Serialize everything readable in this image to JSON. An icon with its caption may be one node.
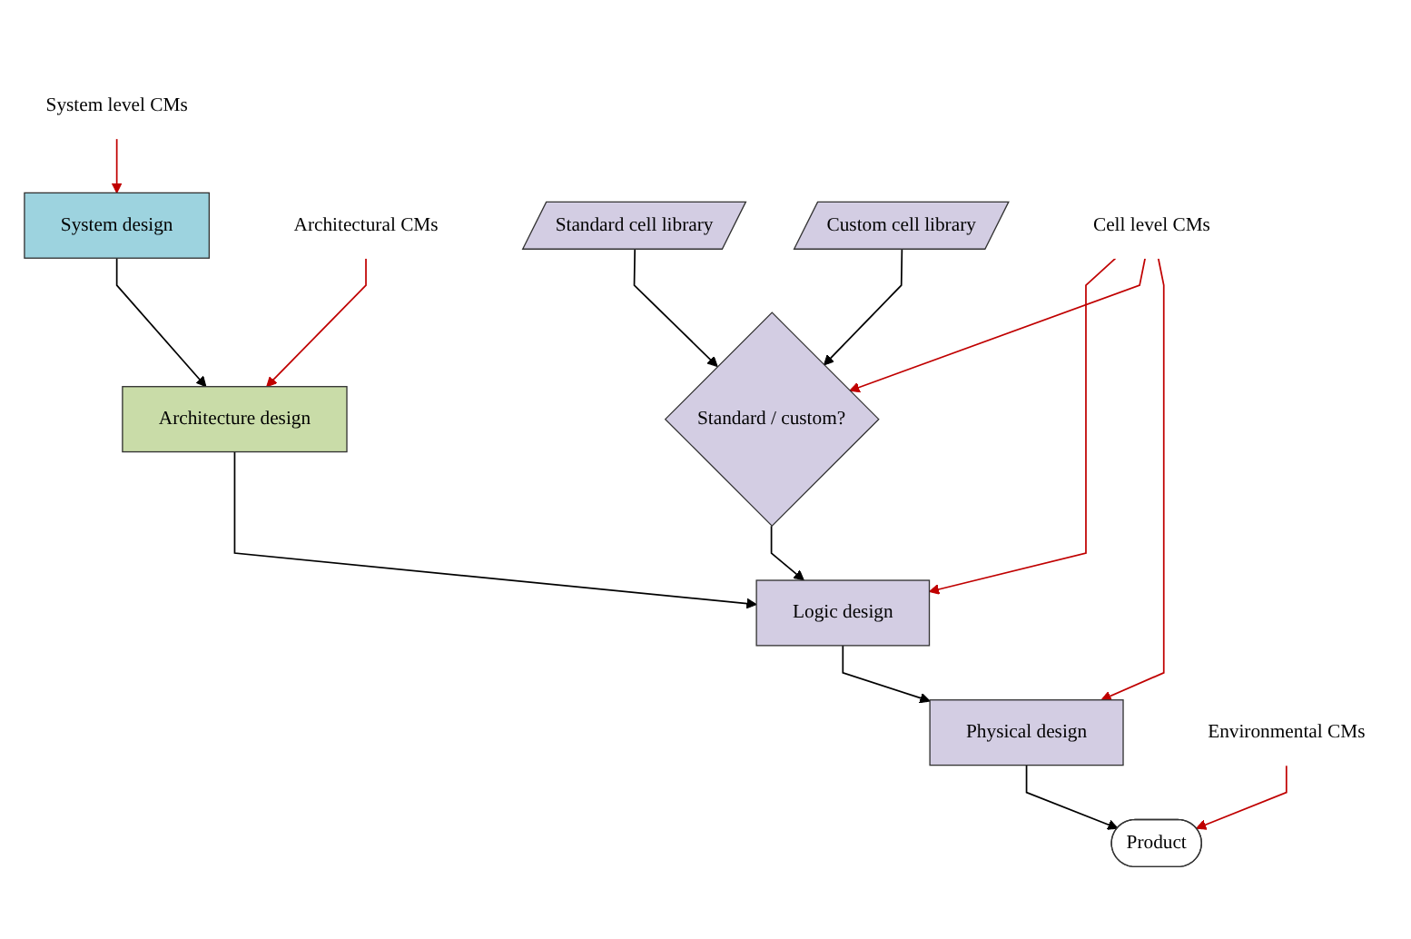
{
  "diagram": {
    "nodes": [
      {
        "text": [
          "System level CMs"
        ]
      },
      {
        "text": [
          "System design"
        ]
      },
      {
        "text": [
          "Architectural CMs"
        ]
      },
      {
        "text": [
          "Architecture design"
        ]
      },
      {
        "text": [
          "Standard cell library"
        ]
      },
      {
        "text": [
          "Logic design"
        ]
      },
      {
        "text": [
          "Standard / custom?"
        ]
      },
      {
        "text": [
          "Custom cell library"
        ]
      },
      {
        "text": [
          "Cell level CMs"
        ]
      },
      {
        "text": [
          "Physical design"
        ]
      },
      {
        "text": [
          "Environmental CMs"
        ]
      },
      {
        "text": [
          "Product"
        ]
      }
    ],
    "edges": [
      {
        "from": 0,
        "to": 1,
        "arrow": "to",
        "color": "#c00000"
      },
      {
        "from": 1,
        "to": 3,
        "arrow": "to"
      },
      {
        "from": 2,
        "to": 3,
        "arrow": "to",
        "color": "#c00000"
      },
      {
        "from": 3,
        "to": 5,
        "arrow": "to"
      },
      {
        "from": 4,
        "to": 6,
        "arrow": "to"
      },
      {
        "from": 6,
        "to": 5,
        "arrow": "to"
      },
      {
        "from": 7,
        "to": 6,
        "arrow": "to"
      },
      {
        "from": 8,
        "to": 5,
        "arrow": "to",
        "color": "#c00000"
      },
      {
        "from": 8,
        "to": 6,
        "arrow": "to",
        "color": "#c00000"
      },
      {
        "from": 8,
        "to": 9,
        "arrow": "to",
        "color": "#c00000"
      },
      {
        "from": 5,
        "to": 9,
        "arrow": "to"
      },
      {
        "from": 9,
        "to": 11,
        "arrow": "to"
      },
      {
        "from": 10,
        "to": 11,
        "arrow": "to",
        "color": "#c00000"
      }
    ]
  }
}
